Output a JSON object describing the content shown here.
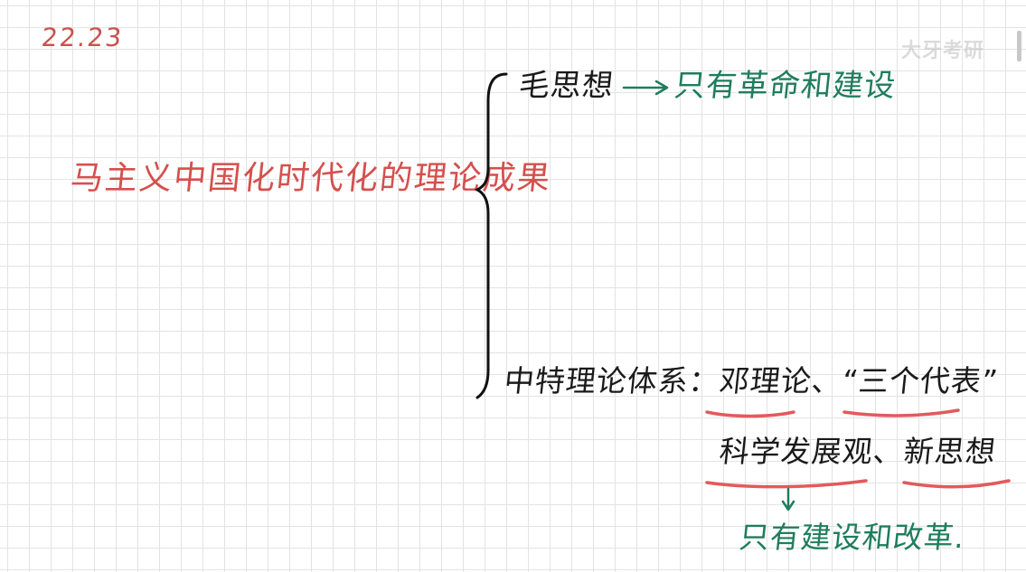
{
  "date": "22.23",
  "watermark": "大牙考研",
  "main_topic": "马主义中国化时代化的理论成果",
  "branch1": {
    "label": "毛思想",
    "result": "只有革命和建设"
  },
  "branch2": {
    "label": "中特理论体系：邓理论、“三个代表”",
    "line2": "科学发展观、新思想",
    "result": "只有建设和改革."
  },
  "colors": {
    "red_ink": "#d4504d",
    "green_ink": "#1f7d5e",
    "black_ink": "#1a1a1a",
    "highlight": "#e0484a"
  }
}
